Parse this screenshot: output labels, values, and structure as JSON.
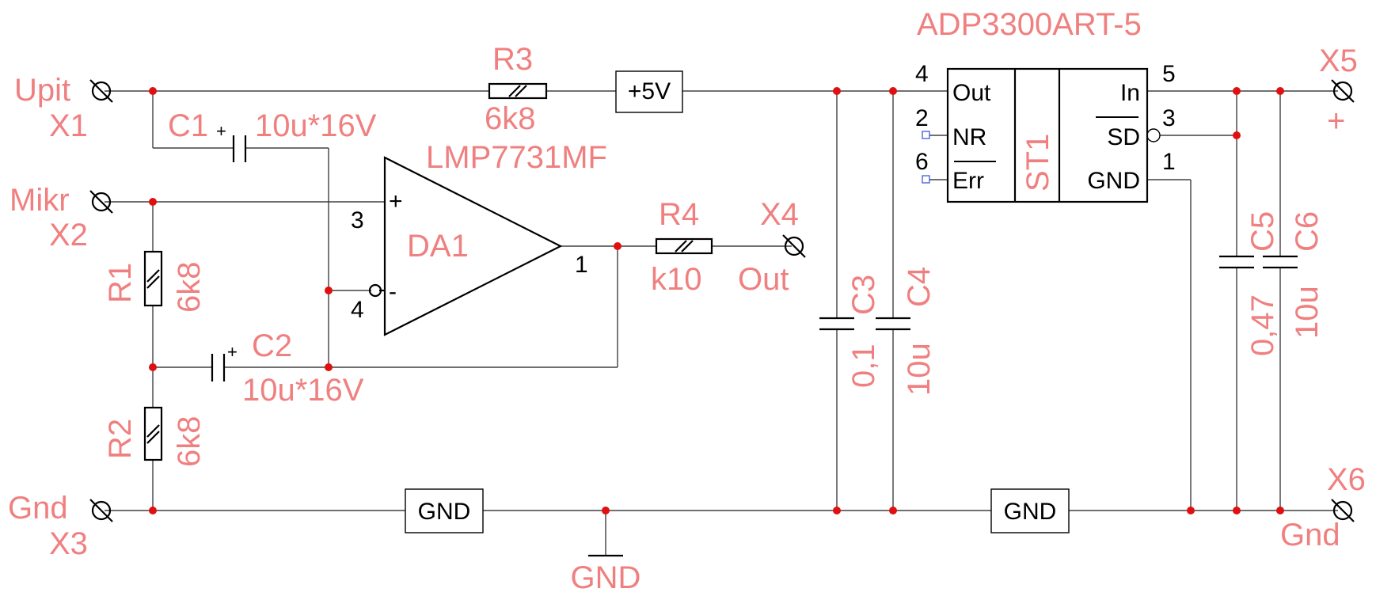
{
  "terminals": {
    "x1": {
      "name": "Upit",
      "ref": "X1"
    },
    "x2": {
      "name": "Mikr",
      "ref": "X2"
    },
    "x3": {
      "name": "Gnd",
      "ref": "X3"
    },
    "x4": {
      "ref": "X4",
      "name": "Out"
    },
    "x5": {
      "ref": "X5",
      "sign": "+"
    },
    "x6": {
      "ref": "X6",
      "name": "Gnd"
    }
  },
  "components": {
    "r1": {
      "ref": "R1",
      "value": "6k8"
    },
    "r2": {
      "ref": "R2",
      "value": "6k8"
    },
    "r3": {
      "ref": "R3",
      "value": "6k8"
    },
    "r4": {
      "ref": "R4",
      "value": "k10"
    },
    "c1": {
      "ref": "C1",
      "value": "10u*16V"
    },
    "c2": {
      "ref": "C2",
      "value": "10u*16V"
    },
    "c3": {
      "ref": "C3",
      "value": "0,1"
    },
    "c4": {
      "ref": "C4",
      "value": "10u"
    },
    "c5": {
      "ref": "C5",
      "value": "0,47"
    },
    "c6": {
      "ref": "C6",
      "value": "10u"
    }
  },
  "opamp": {
    "ref": "DA1",
    "part": "LMP7731MF",
    "pin_plus": "3",
    "pin_minus": "4",
    "pin_out": "1",
    "plus_sign": "+",
    "minus_sign": "-"
  },
  "regulator": {
    "ref": "ST1",
    "part": "ADP3300ART-5",
    "pins": {
      "out": {
        "name": "Out",
        "num": "4"
      },
      "nr": {
        "name": "NR",
        "num": "2"
      },
      "err": {
        "name": "Err",
        "num": "6"
      },
      "in": {
        "name": "In",
        "num": "5"
      },
      "sd": {
        "name": "SD",
        "num": "3"
      },
      "gnd": {
        "name": "GND",
        "num": "1"
      }
    }
  },
  "net_labels": {
    "plus5v": "+5V",
    "gnd_box_left": "GND",
    "gnd_box_right": "GND",
    "gnd_symbol": "GND"
  },
  "polarity": {
    "plus": "+"
  }
}
